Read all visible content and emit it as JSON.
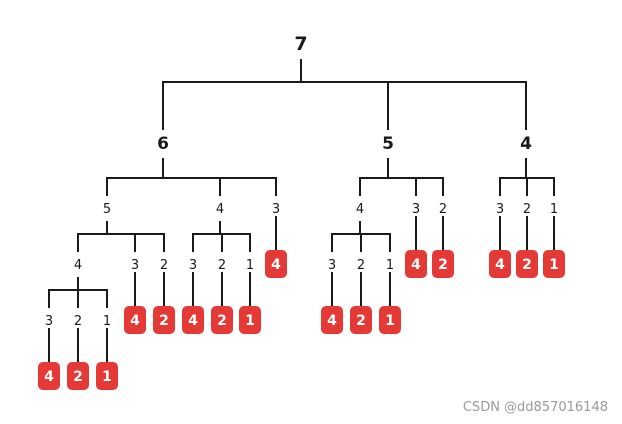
{
  "colors": {
    "leaf_fill": "#e53935",
    "line": "#1a1a1a",
    "text": "#1a1a1a"
  },
  "tree": {
    "label": "7",
    "children": [
      {
        "label": "6",
        "children": [
          {
            "label": "5",
            "children": [
              {
                "label": "4",
                "children": [
                  {
                    "label": "3",
                    "children": [
                      {
                        "label": "4",
                        "leaf": true
                      }
                    ]
                  },
                  {
                    "label": "2",
                    "children": [
                      {
                        "label": "2",
                        "leaf": true
                      }
                    ]
                  },
                  {
                    "label": "1",
                    "children": [
                      {
                        "label": "1",
                        "leaf": true
                      }
                    ]
                  }
                ]
              },
              {
                "label": "3",
                "children": [
                  {
                    "label": "4",
                    "leaf": true
                  }
                ]
              },
              {
                "label": "2",
                "children": [
                  {
                    "label": "2",
                    "leaf": true
                  }
                ]
              }
            ]
          },
          {
            "label": "4",
            "children": [
              {
                "label": "3",
                "children": [
                  {
                    "label": "4",
                    "leaf": true
                  }
                ]
              },
              {
                "label": "2",
                "children": [
                  {
                    "label": "2",
                    "leaf": true
                  }
                ]
              },
              {
                "label": "1",
                "children": [
                  {
                    "label": "1",
                    "leaf": true
                  }
                ]
              }
            ]
          },
          {
            "label": "3",
            "children": [
              {
                "label": "4",
                "leaf": true
              }
            ]
          }
        ]
      },
      {
        "label": "5",
        "children": [
          {
            "label": "4",
            "children": [
              {
                "label": "3",
                "children": [
                  {
                    "label": "4",
                    "leaf": true
                  }
                ]
              },
              {
                "label": "2",
                "children": [
                  {
                    "label": "2",
                    "leaf": true
                  }
                ]
              },
              {
                "label": "1",
                "children": [
                  {
                    "label": "1",
                    "leaf": true
                  }
                ]
              }
            ]
          },
          {
            "label": "3",
            "children": [
              {
                "label": "4",
                "leaf": true
              }
            ]
          },
          {
            "label": "2",
            "children": [
              {
                "label": "2",
                "leaf": true
              }
            ]
          }
        ]
      },
      {
        "label": "4",
        "children": [
          {
            "label": "3",
            "children": [
              {
                "label": "4",
                "leaf": true
              }
            ]
          },
          {
            "label": "2",
            "children": [
              {
                "label": "2",
                "leaf": true
              }
            ]
          },
          {
            "label": "1",
            "children": [
              {
                "label": "1",
                "leaf": true
              }
            ]
          }
        ]
      }
    ]
  },
  "watermark": "CSDN @dd857016148"
}
